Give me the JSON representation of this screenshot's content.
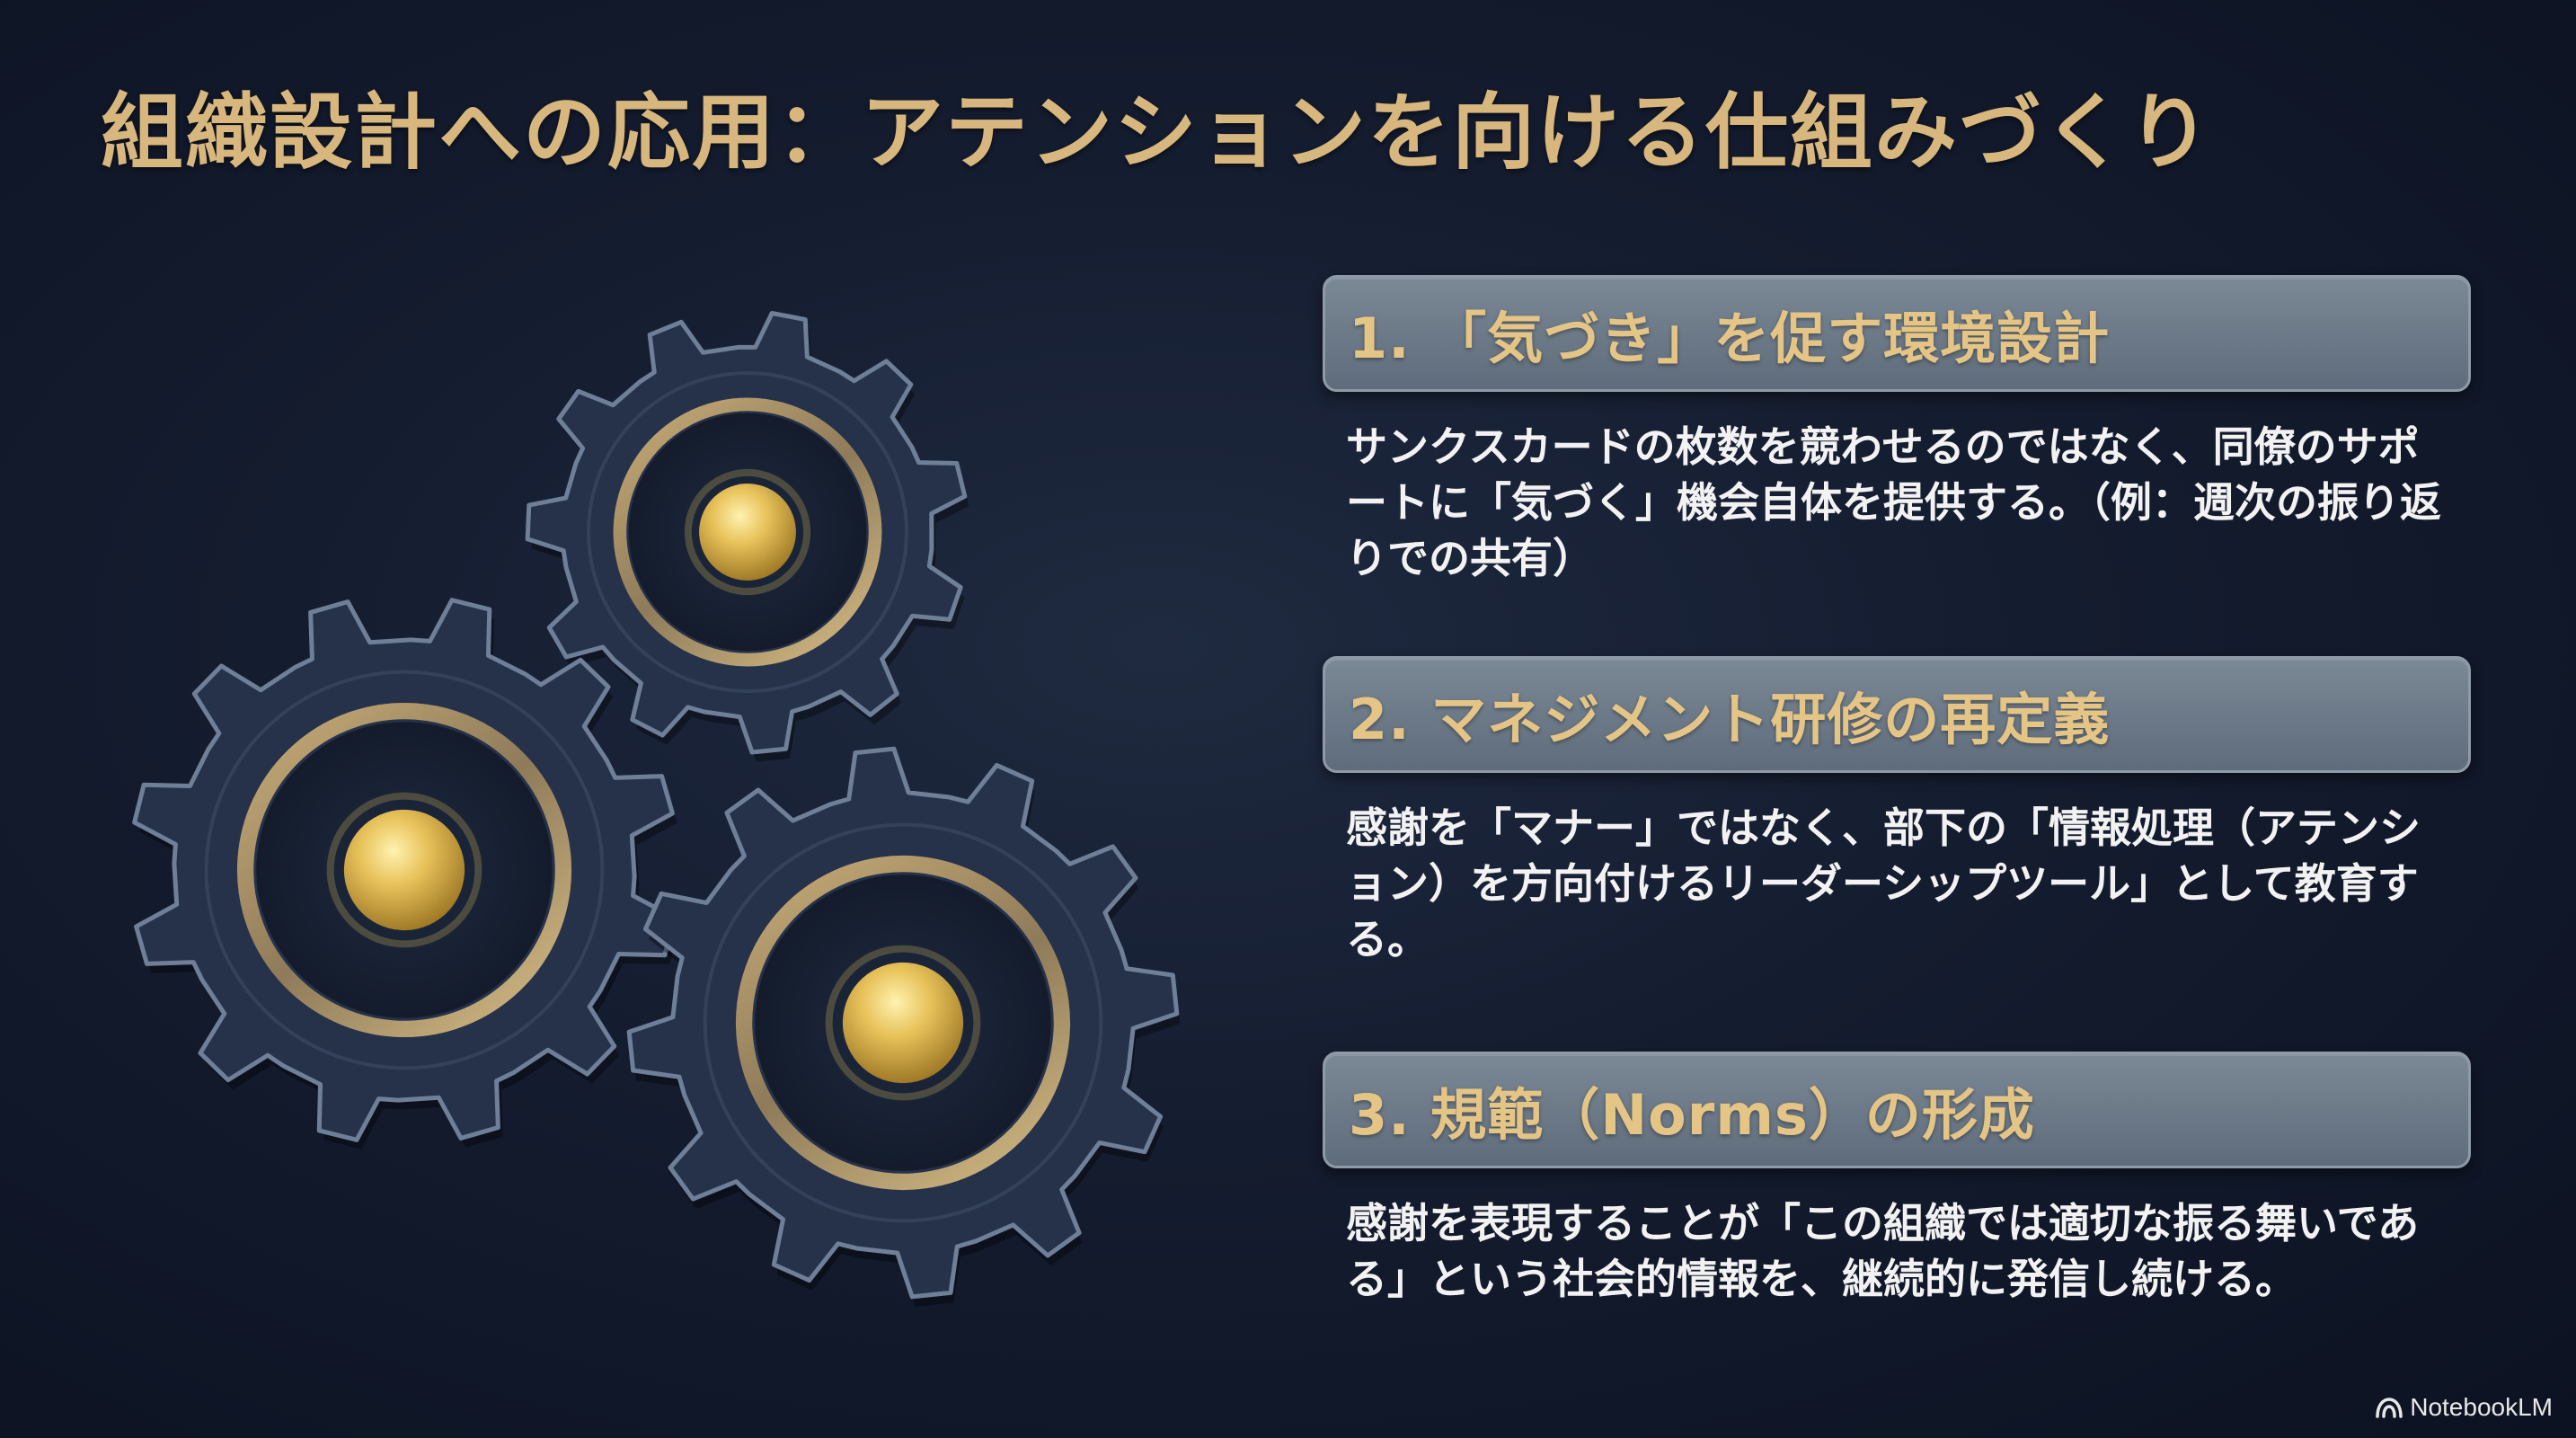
{
  "slide": {
    "title": "組織設計への応用：アテンションを向ける仕組みづくり",
    "sections": [
      {
        "heading": "1. 「気づき」を促す環境設計",
        "body": "サンクスカードの枚数を競わせるのではなく、同僚のサポートに「気づく」機会自体を提供する。（例：週次の振り返りでの共有）"
      },
      {
        "heading": "2. マネジメント研修の再定義",
        "body": "感謝を「マナー」ではなく、部下の「情報処理（アテンション）を方向付けるリーダーシップツール」として教育する。"
      },
      {
        "heading": "3. 規範（Norms）の形成",
        "body": "感謝を表現することが「この組織では適切な振る舞いである」という社会的情報を、継続的に発信し続ける。"
      }
    ]
  },
  "watermark": {
    "label": "NotebookLM",
    "icon": "notebooklm-logo-icon"
  },
  "colors": {
    "background": "#141c2f",
    "title_gold": "#d8b77e",
    "header_bar": "#6b7888",
    "header_text": "#e5c585",
    "body_text": "#f2f2f2",
    "gear_body": "#26324a",
    "gear_outline": "#6f7f98",
    "gold_hub": "#e2b84a"
  }
}
